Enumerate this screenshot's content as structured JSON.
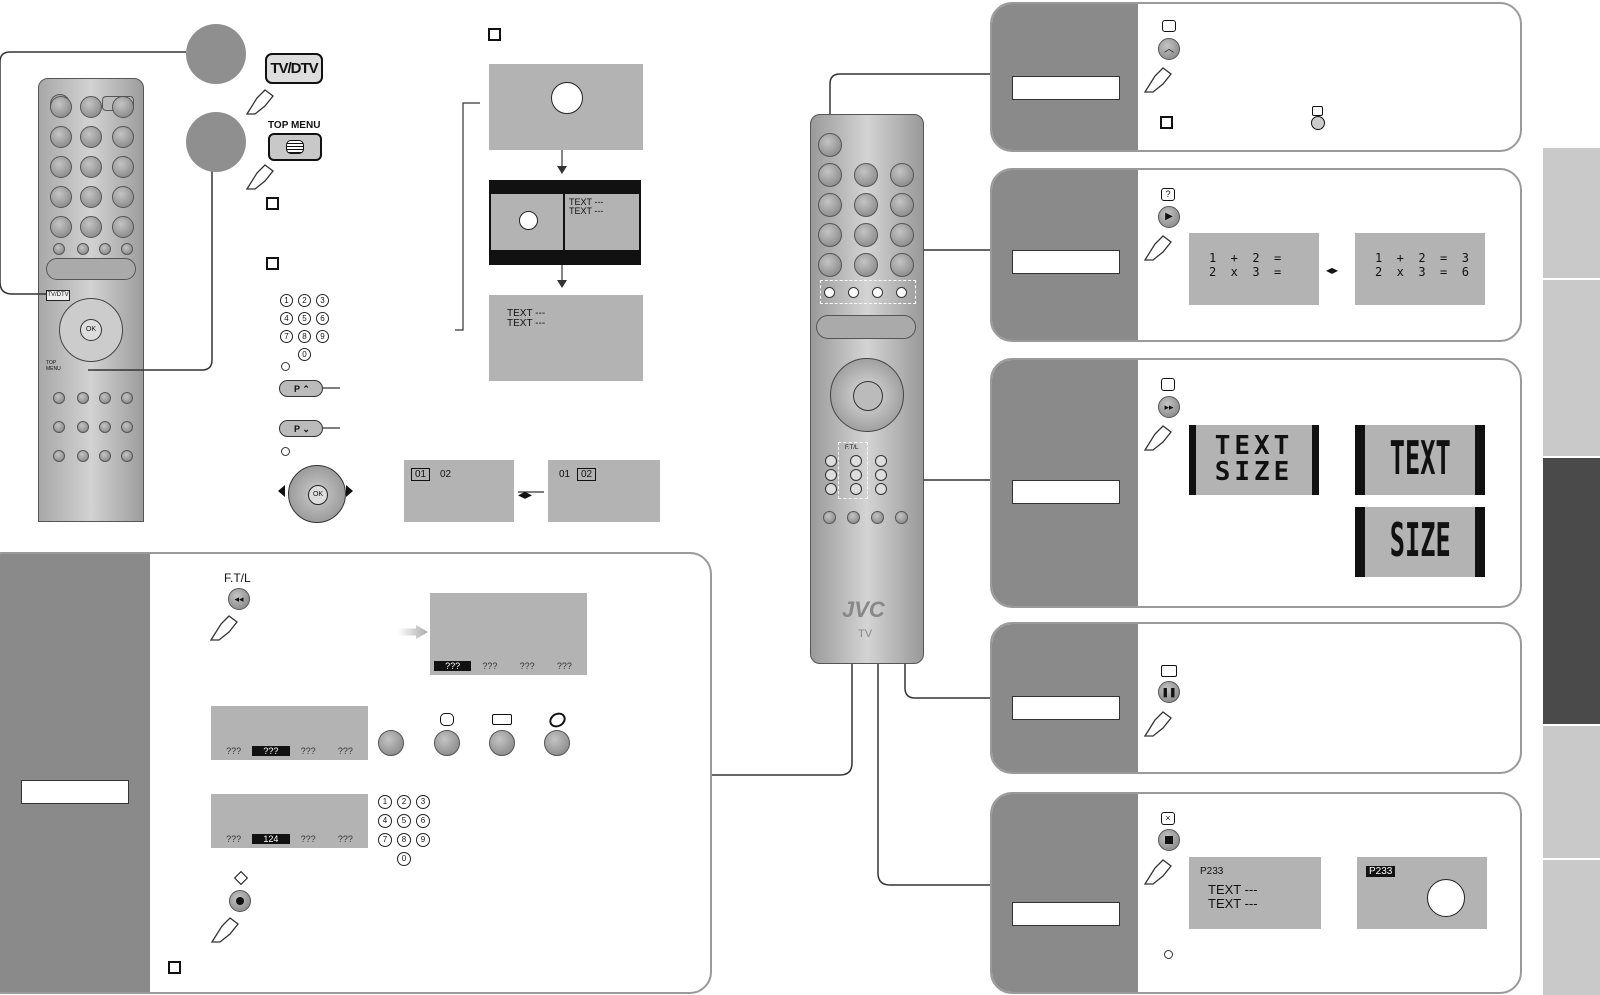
{
  "top_left": {
    "tvdtv_key": "TV/DTV",
    "top_menu_key": "TOP MENU",
    "remote_small_labels": {
      "tvdtv": "TV/DTV",
      "top_menu": "TOP MENU",
      "ok": "OK"
    }
  },
  "numpad": [
    "1",
    "2",
    "3",
    "4",
    "5",
    "6",
    "7",
    "8",
    "9",
    "0"
  ],
  "program_keys": {
    "up": "P",
    "down": "P"
  },
  "page_flow": {
    "split_text_1": "TEXT ---",
    "split_text_2": "TEXT ---",
    "full_text_1": "TEXT ---",
    "full_text_2": "TEXT ---"
  },
  "page_select": {
    "left_selected": "01",
    "left_other": "02",
    "right_other": "01",
    "right_selected": "02"
  },
  "ftl_panel": {
    "key_label": "F.T/L",
    "screen1_tabs": [
      "???",
      "???",
      "???",
      "???"
    ],
    "screen2_tabs": [
      "???",
      "???",
      "???",
      "???"
    ],
    "screen3_tabs": [
      "???",
      "124",
      "???",
      "???"
    ]
  },
  "remote_main": {
    "brand": "JVC",
    "sub": "TV",
    "ftl_label": "F.T/L"
  },
  "reveal_panel": {
    "q1": "1  +  2  =",
    "q2": "2  x  3  =",
    "a1": "1  +  2  =  3",
    "a2": "2  x  3  =  6"
  },
  "size_panel": {
    "text_word": "TEXT",
    "size_word": "SIZE"
  },
  "cancel_panel": {
    "page": "P233",
    "line1": "TEXT ---",
    "line2": "TEXT ---",
    "page_badge": "P233"
  },
  "colors": {
    "panel_side": "#8a8a8a",
    "screen": "#b3b3b3",
    "tab_active": "#4a4a4a"
  }
}
